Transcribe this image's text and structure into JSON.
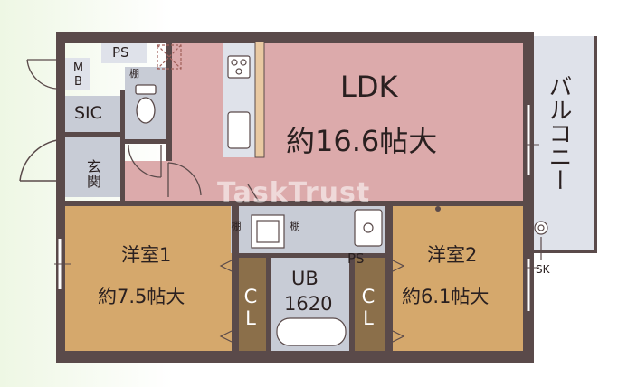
{
  "rooms": {
    "ldk": {
      "name": "LDK",
      "size": "約16.6帖大"
    },
    "balcony": {
      "name": "バルコニー"
    },
    "western1": {
      "name": "洋室1",
      "size": "約7.5帖大"
    },
    "western2": {
      "name": "洋室2",
      "size": "約6.1帖大"
    },
    "ub": {
      "name": "UB",
      "size": "1620"
    },
    "cl1": {
      "name": "CL"
    },
    "cl2": {
      "name": "CL"
    },
    "sic": {
      "name": "SIC"
    },
    "entrance": {
      "name": "玄関"
    },
    "mb": {
      "name": "MB"
    },
    "ps_top": {
      "name": "PS"
    },
    "ps_bath": {
      "name": "PS"
    },
    "shelf_toilet": {
      "name": "棚"
    },
    "shelf_left": {
      "name": "棚"
    },
    "shelf_right": {
      "name": "棚"
    },
    "sk": {
      "name": "SK"
    }
  },
  "watermark": "TaskTrust",
  "colors": {
    "wall": "#5a4a4a",
    "ldk": "#dcaaab",
    "western": "#d5a86c",
    "closet": "#8b6f4a",
    "wet": "#c8ccd6"
  }
}
